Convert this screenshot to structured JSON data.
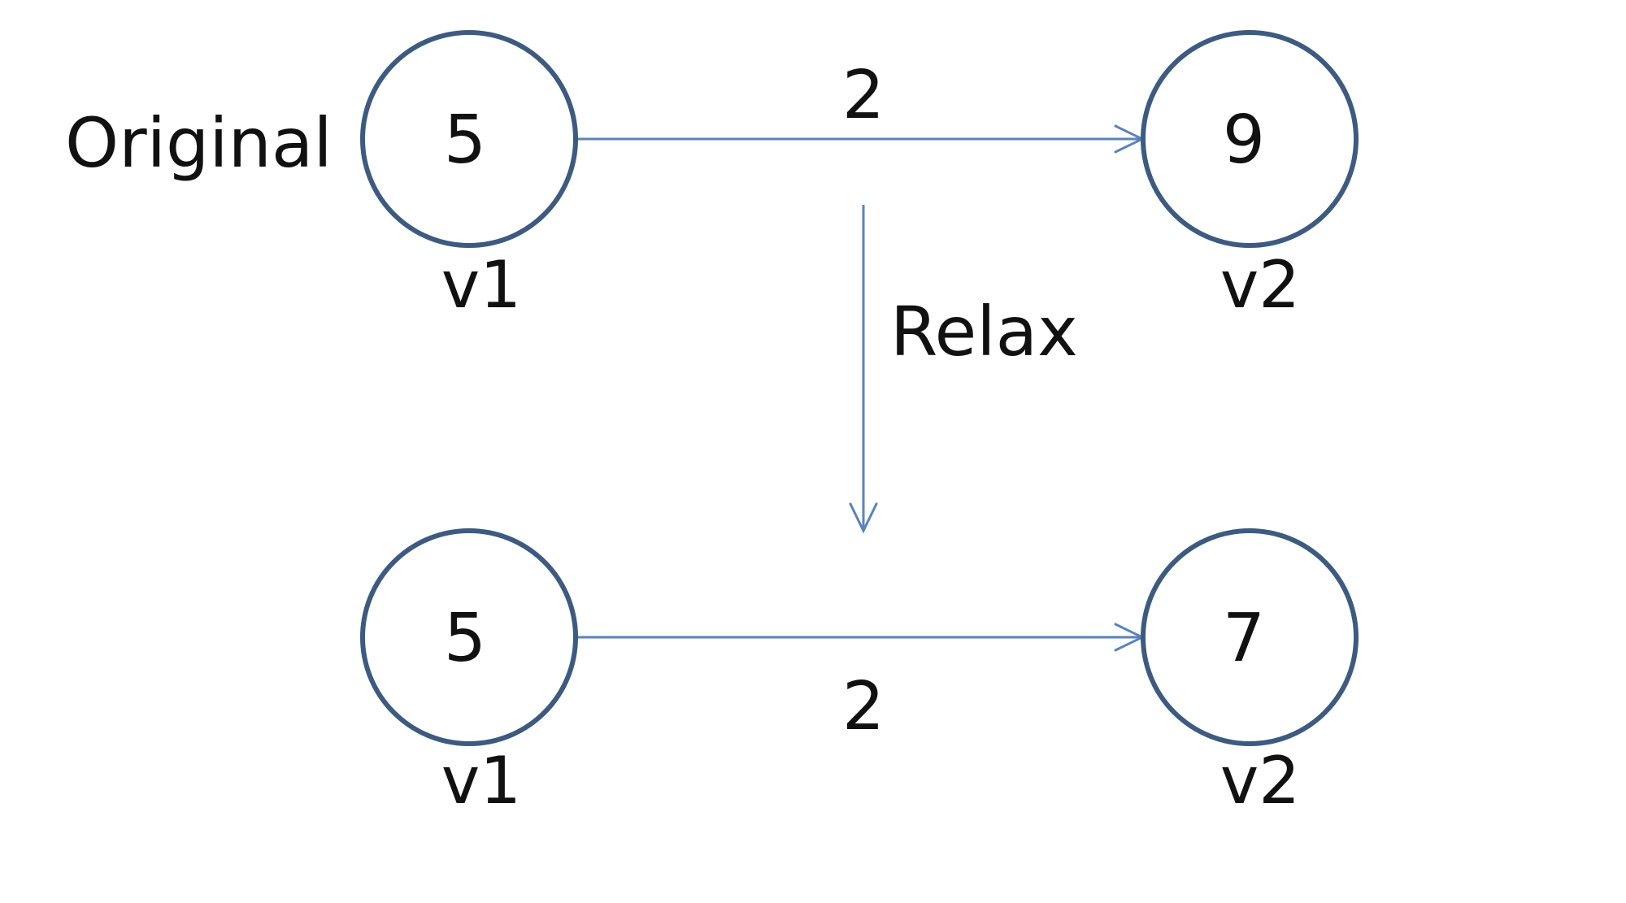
{
  "labels": {
    "original": "Original",
    "relax": "Relax"
  },
  "top": {
    "v1": {
      "name": "v1",
      "value": "5"
    },
    "v2": {
      "name": "v2",
      "value": "9"
    },
    "edge_weight": "2"
  },
  "bottom": {
    "v1": {
      "name": "v1",
      "value": "5"
    },
    "v2": {
      "name": "v2",
      "value": "7"
    },
    "edge_weight": "2"
  },
  "colors": {
    "node_stroke": "#3d5a80",
    "edge": "#5b82be",
    "text": "#111111"
  }
}
